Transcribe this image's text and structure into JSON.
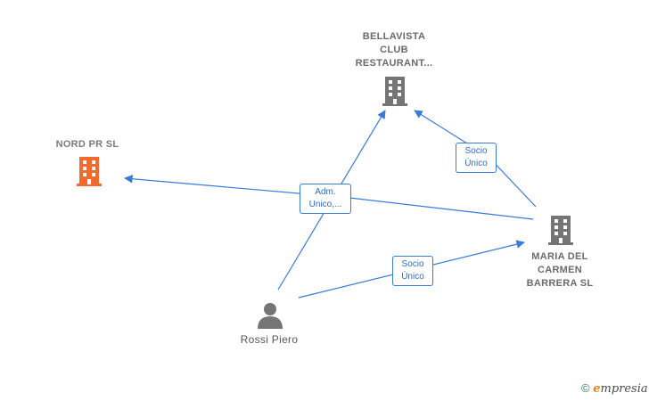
{
  "nodes": {
    "bellavista": {
      "label_lines": [
        "BELLAVISTA",
        "CLUB",
        "RESTAURANT..."
      ],
      "kind": "company",
      "color": "#757575"
    },
    "nord": {
      "label_lines": [
        "NORD PR  SL"
      ],
      "kind": "company",
      "color": "#f26a2e"
    },
    "maria": {
      "label_lines": [
        "MARIA DEL",
        "CARMEN",
        "BARRERA  SL"
      ],
      "kind": "company",
      "color": "#757575"
    },
    "rossi": {
      "label_lines": [
        "Rossi Piero"
      ],
      "kind": "person",
      "color": "#757575"
    }
  },
  "edges": [
    {
      "id": "e1",
      "from": "rossi",
      "to": "bellavista",
      "label_lines": []
    },
    {
      "id": "e2",
      "from": "maria",
      "to": "nord",
      "label_lines": [
        "Adm.",
        "Unico,..."
      ]
    },
    {
      "id": "e3",
      "from": "maria",
      "to": "bellavista",
      "label_lines": [
        "Socio",
        "Único"
      ]
    },
    {
      "id": "e4",
      "from": "rossi",
      "to": "maria",
      "label_lines": [
        "Socio",
        "Único"
      ]
    }
  ],
  "colors": {
    "edge": "#3a7bd5",
    "edge_label_border": "#3a7bd5",
    "edge_label_text": "#2d6cc0"
  },
  "footer": {
    "copyright": "©",
    "brand_initial": "e",
    "brand_rest": "mpresia"
  }
}
